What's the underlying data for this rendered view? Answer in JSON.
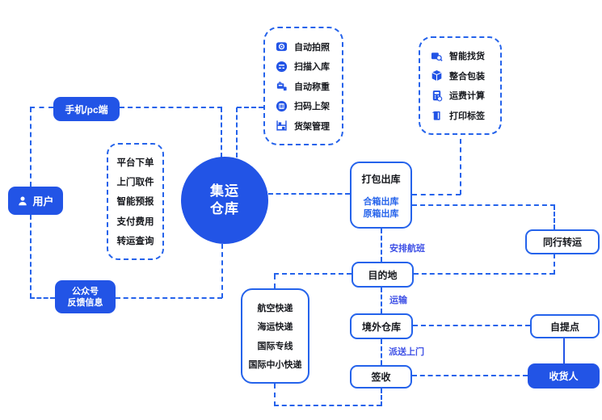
{
  "colors": {
    "primary_blue": "#2254e6",
    "line_blue": "#2563eb",
    "flow_label_blue": "#3f51e6",
    "text_dark": "#16181d"
  },
  "user_side": {
    "mobile_pc_label": "手机/pc端",
    "user_label": "用户",
    "feedback_line1": "公众号",
    "feedback_line2": "反馈信息",
    "services": [
      "平台下单",
      "上门取件",
      "智能预报",
      "支付费用",
      "转运查询"
    ]
  },
  "hub": {
    "line1": "集运",
    "line2": "仓库"
  },
  "inbound_ops": {
    "items": [
      {
        "icon": "camera-icon",
        "label": "自动拍照"
      },
      {
        "icon": "scan-icon",
        "label": "扫描入库"
      },
      {
        "icon": "scale-icon",
        "label": "自动称重"
      },
      {
        "icon": "barcode-icon",
        "label": "扫码上架"
      },
      {
        "icon": "shelf-icon",
        "label": "货架管理"
      }
    ]
  },
  "outbound_ops": {
    "items": [
      {
        "icon": "find-goods-icon",
        "label": "智能找货"
      },
      {
        "icon": "package-icon",
        "label": "整合包装"
      },
      {
        "icon": "calculator-icon",
        "label": "运费计算"
      },
      {
        "icon": "print-label-icon",
        "label": "打印标签"
      }
    ]
  },
  "flow": {
    "pack_out_title": "打包出库",
    "pack_out_sub1": "合箱出库",
    "pack_out_sub2": "原箱出库",
    "arrange_flight_label": "安排航班",
    "peer_transfer": "同行转运",
    "destination": "目的地",
    "transport_label": "运输",
    "overseas_warehouse": "境外仓库",
    "pickup_point": "自提点",
    "delivery_label": "派送上门",
    "sign_receipt": "签收",
    "consignee": "收货人"
  },
  "shipping_methods": [
    "航空快递",
    "海运快递",
    "国际专线",
    "国际中小快递"
  ]
}
